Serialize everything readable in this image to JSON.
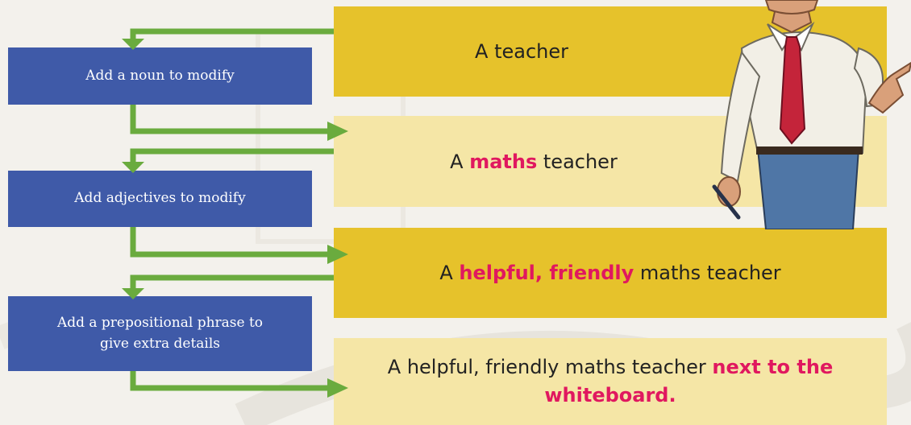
{
  "steps": {
    "noun": "Add a noun to modify",
    "adjectives": "Add adjectives to modify",
    "prepositional_line1": "Add a prepositional phrase to",
    "prepositional_line2": "give extra details"
  },
  "phrases": {
    "p1": "A teacher",
    "p2_a": "A ",
    "p2_em": "maths",
    "p2_b": " teacher",
    "p3_a": "A ",
    "p3_em": "helpful, friendly",
    "p3_b": " maths teacher",
    "p4_a": "A helpful, friendly maths teacher ",
    "p4_em1": "next to the",
    "p4_em2": "whiteboard."
  },
  "colors": {
    "step_blue": "#3f5aa8",
    "arrow_green": "#6aab3e",
    "phrase_dark": "#e6c22b",
    "phrase_light": "#f5e6a6",
    "emphasis": "#e0185f"
  },
  "icons": [
    "teacher-illustration",
    "pen-icon"
  ]
}
